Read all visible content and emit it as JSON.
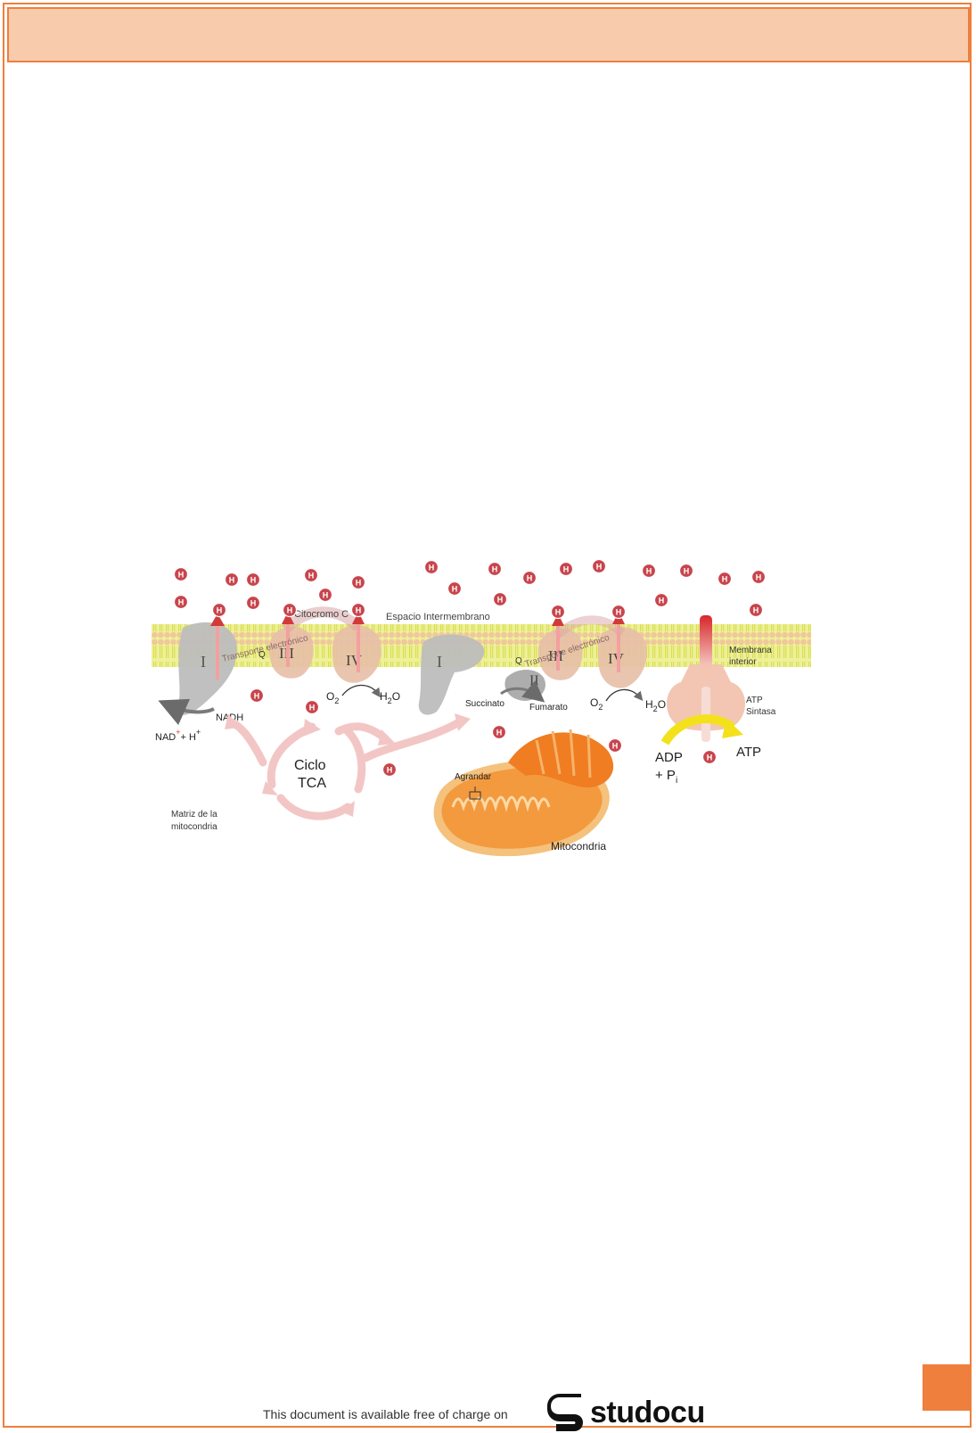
{
  "diagram": {
    "labels": {
      "citocromo": "Citocromo C",
      "espacio": "Espacio Intermembrano",
      "transporte1": "Transporte electrónico",
      "transporte2": "Transporte electrónico",
      "membrana_line1": "Membrana",
      "membrana_line2": "interior",
      "atp_sintasa_line1": "ATP",
      "atp_sintasa_line2": "Sintasa",
      "nadh": "NADH",
      "nad": "NAD",
      "nad_plus": "+",
      "nad_h": "+ H",
      "nad_h_plus": "+",
      "q1": "Q",
      "q2": "Q",
      "complex_I_a": "I",
      "complex_III_a": "III",
      "complex_IV_a": "IV",
      "complex_I_b": "I",
      "complex_II": "II",
      "complex_III_b": "III",
      "complex_IV_b": "IV",
      "o2_a": "O",
      "o2_a_sub": "2",
      "h2o_a": "H",
      "h2o_a_sub": "2",
      "h2o_a_o": "O",
      "o2_b": "O",
      "o2_b_sub": "2",
      "h2o_b": "H",
      "h2o_b_sub": "2",
      "h2o_b_o": "O",
      "succinato": "Succinato",
      "fumarato": "Fumarato",
      "ciclo_line1": "Ciclo",
      "ciclo_line2": "TCA",
      "matriz_line1": "Matriz de la",
      "matriz_line2": "mitocondria",
      "agrandar": "Agrandar",
      "mitocondria": "Mitocondria",
      "adp_line1": "ADP",
      "adp_line2": "+ P",
      "adp_sub": "i",
      "atp": "ATP",
      "proton": "H"
    },
    "colors": {
      "proton": "#c8454c",
      "membrane_head": "#f0c89a",
      "membrane_tail": "#e2e85a",
      "complex_gray": "#bdbdbd",
      "complex_pink": "#e7bfa7",
      "tca_arrow": "#f3c6c6",
      "mitochondria": "#f39a3e",
      "atp_arrow": "#f3e11b"
    }
  },
  "footer": {
    "text": "This document is available free of charge on",
    "brand": "studocu"
  }
}
